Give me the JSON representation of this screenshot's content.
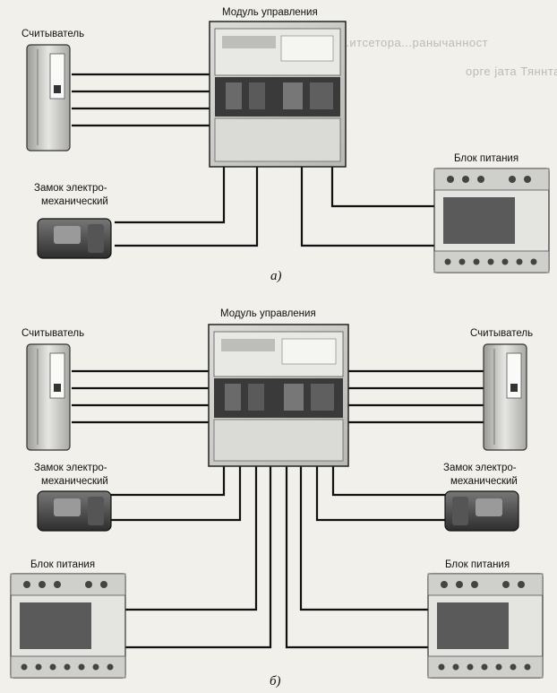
{
  "background_bleed": {
    "line1": "...итсетора...ранычанност",
    "line2": "орге јата  Тяннта"
  },
  "diagram_a": {
    "caption": "а)",
    "control_module_label": "Модуль управления",
    "reader_label": "Считыватель",
    "lock_label_line1": "Замок электро-",
    "lock_label_line2": "механический",
    "power_label": "Блок питания"
  },
  "diagram_b": {
    "caption": "б)",
    "control_module_label": "Модуль управления",
    "reader_left_label": "Считыватель",
    "reader_right_label": "Считыватель",
    "lock_left_line1": "Замок электро-",
    "lock_left_line2": "механический",
    "lock_right_line1": "Замок электро-",
    "lock_right_line2": "механический",
    "power_left_label": "Блок питания",
    "power_right_label": "Блок питания"
  },
  "colors": {
    "paper": "#f2f0eb",
    "ink": "#111111",
    "device_body": "#cfcfcb",
    "device_dark": "#4a4a4a"
  }
}
